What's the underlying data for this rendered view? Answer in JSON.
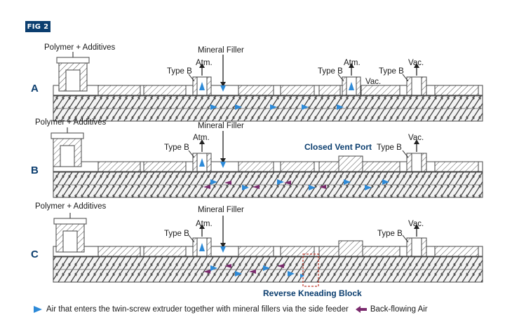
{
  "figure": {
    "tag": "FIG 2"
  },
  "rows": [
    {
      "letter": "A",
      "feed_label": "Polymer + Additives",
      "filler_label": "Mineral Filler",
      "type_b_1": "Type B",
      "atm_label": "Atm.",
      "type_b_2": "Type B",
      "atm_label_2": "Atm.",
      "vac_small": "Vac.",
      "type_b_3": "Type B",
      "vac_label": "Vac."
    },
    {
      "letter": "B",
      "feed_label": "Polymer + Additives",
      "filler_label": "Mineral Filler",
      "type_b_1": "Type B",
      "atm_label": "Atm.",
      "closed_vent": "Closed Vent Port",
      "type_b_3": "Type B",
      "vac_label": "Vac."
    },
    {
      "letter": "C",
      "feed_label": "Polymer + Additives",
      "filler_label": "Mineral Filler",
      "type_b_1": "Type B",
      "atm_label": "Atm.",
      "type_b_3": "Type B",
      "vac_label": "Vac.",
      "reverse_block": "Reverse Kneading Block"
    }
  ],
  "legend": {
    "blue_text": "Air that enters the twin-screw extruder together with mineral fillers via the side feeder",
    "purple_text": "Back-flowing Air"
  },
  "colors": {
    "navy": "#0b3e6f",
    "air_blue": "#2d8ad8",
    "backflow_purple": "#7a2a6d",
    "reverse_block_red": "#c0392b"
  }
}
